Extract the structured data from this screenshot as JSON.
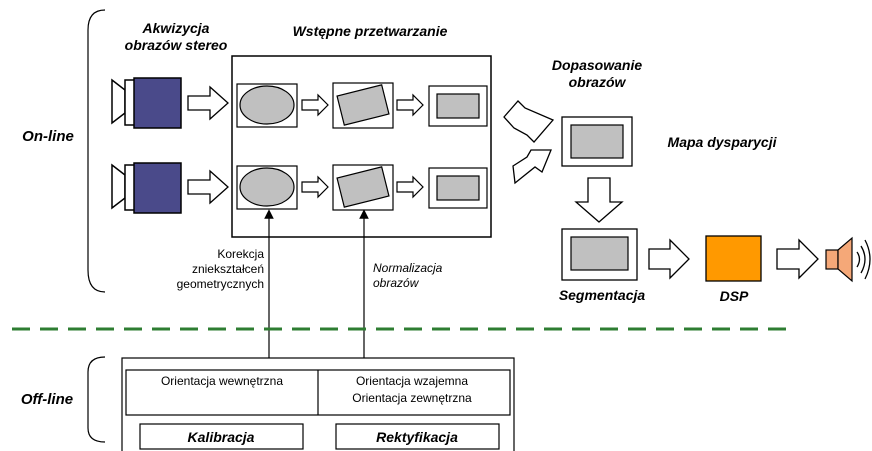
{
  "labels": {
    "akwizycja_line1": "Akwizycja",
    "akwizycja_line2": "obrazów stereo",
    "wstepne": "Wstępne przetwarzanie",
    "dopasowanie_line1": "Dopasowanie",
    "dopasowanie_line2": "obrazów",
    "mapa": "Mapa dysparycji",
    "online": "On-line",
    "offline": "Off-line",
    "korekcja_line1": "Korekcja",
    "korekcja_line2": "zniekształceń",
    "korekcja_line3": "geometrycznych",
    "normalizacja_line1": "Normalizacja",
    "normalizacja_line2": "obrazów",
    "segmentacja": "Segmentacja",
    "dsp": "DSP",
    "orientacja_wewnetrzna": "Orientacja wewnętrzna",
    "orientacja_wzajemna": "Orientacja wzajemna",
    "orientacja_zewnetrzna": "Orientacja zewnętrzna",
    "kalibracja": "Kalibracja",
    "rektyfikacja": "Rektyfikacja"
  },
  "colors": {
    "camera_body": "#4a4a8a",
    "image_fill": "#c0c0c0",
    "dsp_fill": "#ff9900",
    "speaker_fill": "#f5a878",
    "separator": "#2e7d32"
  },
  "icons": [
    "camera-icon",
    "speaker-icon",
    "arrow-icon"
  ]
}
